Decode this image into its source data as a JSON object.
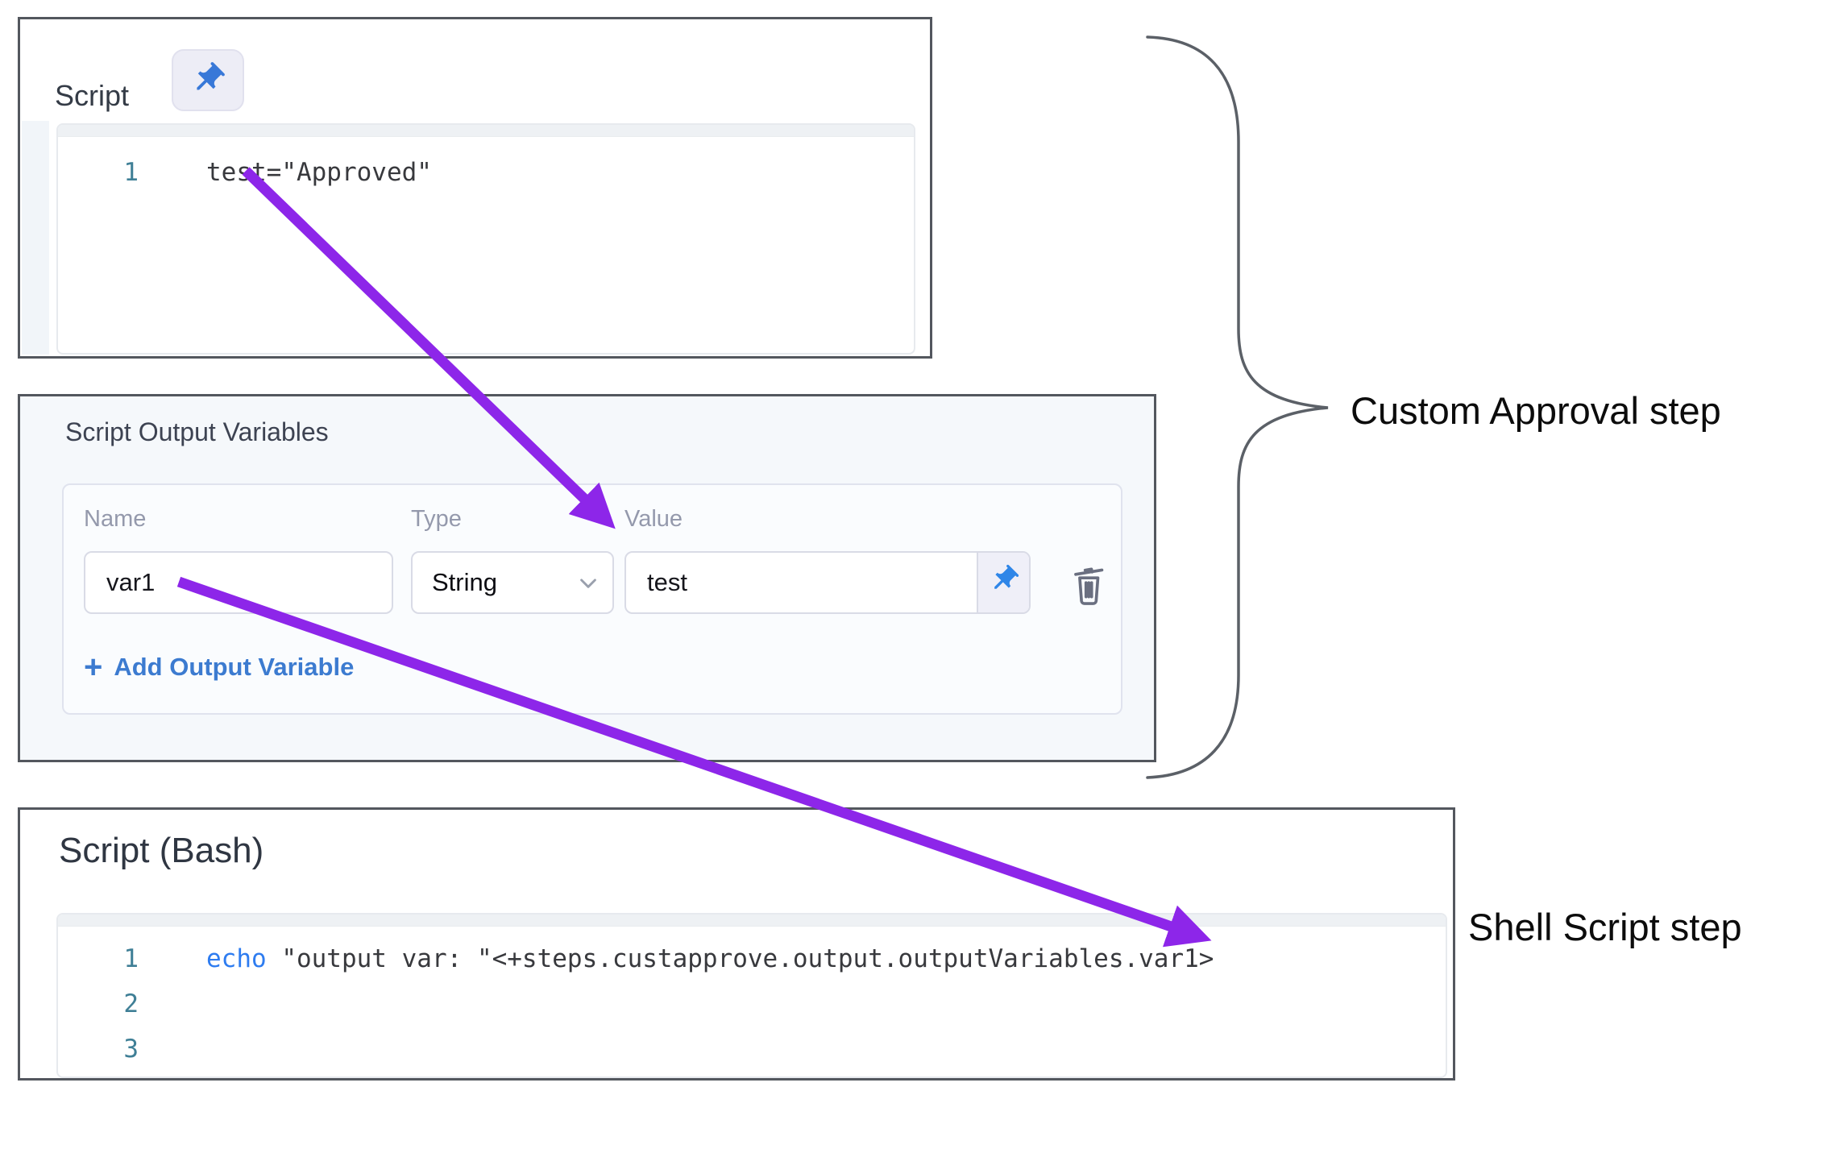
{
  "annotations": {
    "approval_label": "Custom Approval step",
    "shell_label": "Shell Script step"
  },
  "approval_script_panel": {
    "title": "Script",
    "pin_icon": "pushpin",
    "line_number": "1",
    "code": "test=\"Approved\""
  },
  "output_variables_panel": {
    "title": "Script Output Variables",
    "name_header": "Name",
    "type_header": "Type",
    "value_header": "Value",
    "row": {
      "name": "var1",
      "type": "String",
      "value": "test",
      "pin_icon": "pushpin",
      "delete_icon": "trash"
    },
    "add_variable": {
      "plus": "+",
      "label": "Add Output Variable"
    }
  },
  "shell_script_panel": {
    "title": "Script (Bash)",
    "lines": [
      {
        "number": "1",
        "keyword": "echo",
        "code": " \"output var: \"<+steps.custapprove.output.outputVariables.var1>"
      },
      {
        "number": "2",
        "keyword": "",
        "code": ""
      },
      {
        "number": "3",
        "keyword": "",
        "code": ""
      }
    ]
  },
  "colors": {
    "arrow_purple": "#8d26e9",
    "keyword_blue": "#2e7cf0",
    "line_number_teal": "#3f7f96",
    "link_blue": "#3c7bd0",
    "pin_blue": "#2f86e8",
    "panel_border": "#53575e",
    "variables_panel_bg": "#f5f8fb"
  }
}
